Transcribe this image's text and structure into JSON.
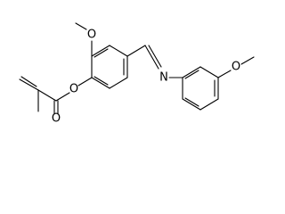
{
  "diagram": {
    "type": "chemical-structure",
    "atom_labels": {
      "methoxy_oxygen_1": "O",
      "ester_oxygen": "O",
      "carbonyl_oxygen": "O",
      "imine_nitrogen": "N",
      "methoxy_oxygen_2": "O"
    },
    "colors": {
      "line": "#000000",
      "background": "#ffffff"
    }
  }
}
